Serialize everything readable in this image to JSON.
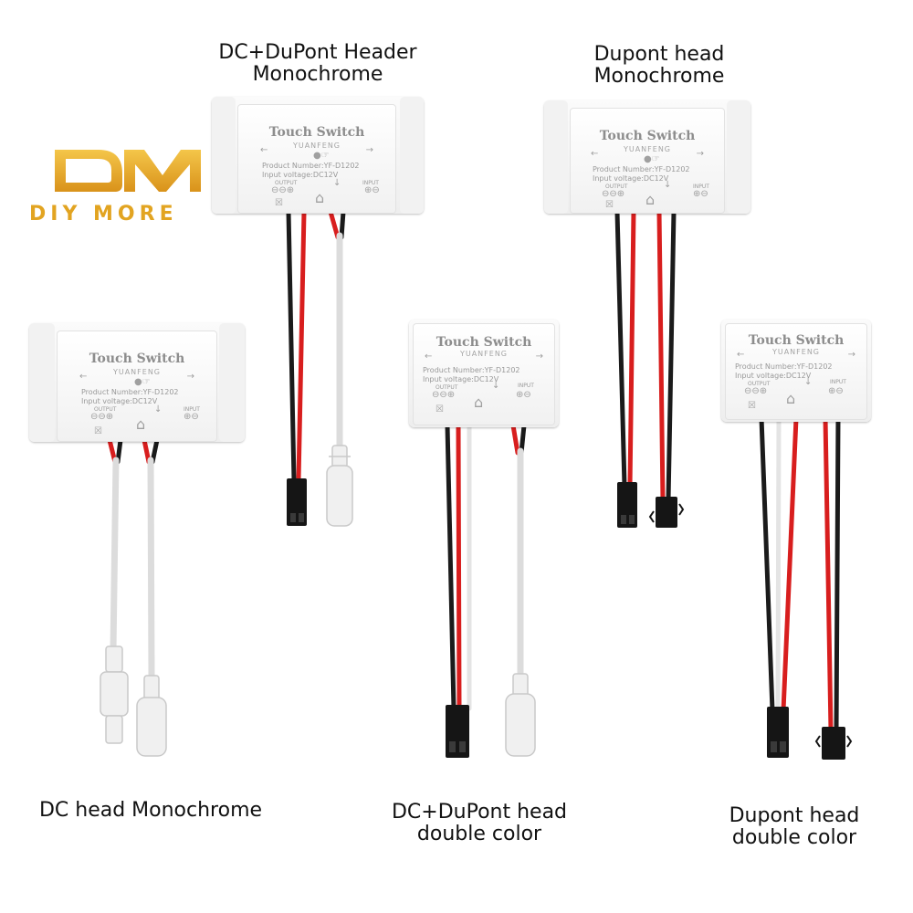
{
  "logo": {
    "mark": "DM",
    "brand": "DIY MORE",
    "gold": "#e6a925"
  },
  "captions": {
    "top_left": [
      "DC+DuPont Header",
      "Monochrome"
    ],
    "top_right": [
      "Dupont head",
      "Monochrome"
    ],
    "bottom_left": [
      "DC head Monochrome"
    ],
    "bottom_mid": [
      "DC+DuPont head",
      "double color"
    ],
    "bottom_right": [
      "Dupont head",
      "double color"
    ]
  },
  "module_label": {
    "title": "Touch Switch",
    "maker": "YUANFENG",
    "product_number": "Product Number:YF-D1202",
    "input_voltage": "Input voltage:DC12V",
    "output": "OUTPUT",
    "input": "INPUT"
  },
  "colors": {
    "wire_red": "#d81e1e",
    "wire_black": "#1b1b1b",
    "wire_white": "#e4e4e4",
    "connector_black": "#151515",
    "dc_plug": "#f0f0f0"
  }
}
